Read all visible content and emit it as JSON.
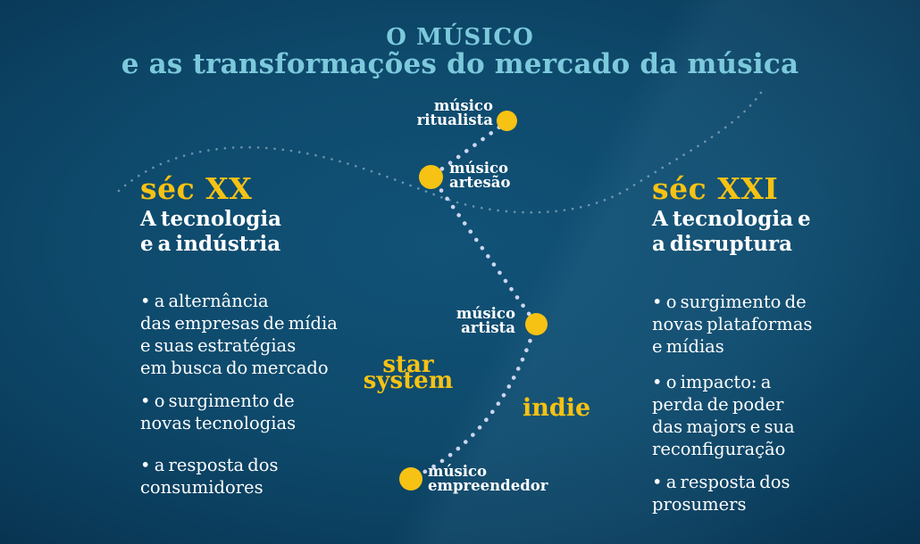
{
  "title": {
    "line1": "O MÚSICO",
    "line2": "e as transformações do mercado da música"
  },
  "left_panel": {
    "era": "séc XX",
    "subtitle": "A tecnologia\ne a indústria",
    "bullets": [
      "• a alternância\ndas empresas de mídia\ne suas estratégias\nem busca do mercado",
      "• o surgimento de\nnovas tecnologias",
      "• a resposta dos\nconsumidores"
    ]
  },
  "right_panel": {
    "era": "séc XXI",
    "subtitle": "A tecnologia e\na disruptura",
    "bullets": [
      "• o surgimento de\nnovas plataformas\ne mídias",
      "• o impacto: a\nperda de poder\ndas majors e sua\nreconfiguração",
      "• a resposta dos\nprosumers"
    ]
  },
  "path_nodes": [
    {
      "id": "ritualista",
      "label": "músico\nritualista"
    },
    {
      "id": "artesao",
      "label": "músico\nartesão"
    },
    {
      "id": "artista",
      "label": "músico\nartista"
    },
    {
      "id": "empreendedor",
      "label": "músico\nempreendedor"
    }
  ],
  "era_tags": {
    "star_system": "star\nsystem",
    "indie": "indie"
  },
  "colors": {
    "background_center": "#115277",
    "background_edge": "#083350",
    "title_blue": "#7cc9dc",
    "accent_yellow": "#f6c213",
    "text_white": "#ffffff",
    "main_path_dots": "#ccd5f0",
    "faint_wave_dots": "rgba(235,243,255,0.42)"
  }
}
